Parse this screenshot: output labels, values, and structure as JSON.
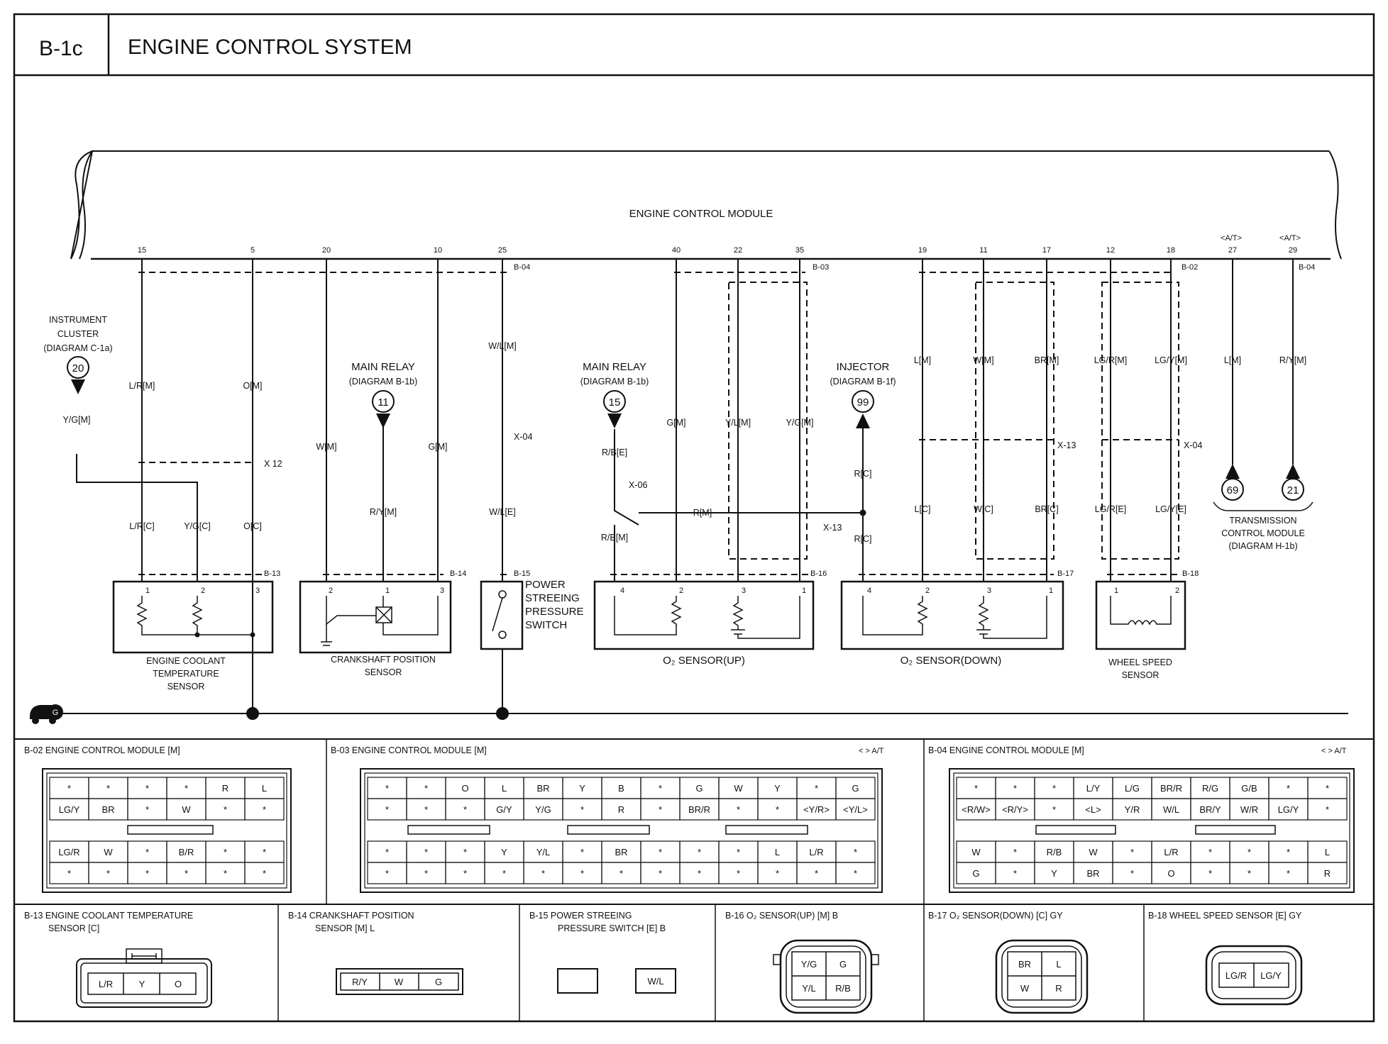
{
  "header": {
    "code": "B-1c",
    "title": "ENGINE CONTROL SYSTEM"
  },
  "ecm": {
    "label": "ENGINE CONTROL MODULE",
    "at_tag": "<A/T>"
  },
  "ecm_pins": [
    "15",
    "5",
    "20",
    "10",
    "25",
    "40",
    "22",
    "35",
    "19",
    "11",
    "17",
    "12",
    "18",
    "27",
    "29"
  ],
  "ecm_connectors": [
    "B-04",
    "B-03",
    "B-02",
    "B-04"
  ],
  "refs": {
    "instrument_cluster": {
      "line1": "INSTRUMENT",
      "line2": "CLUSTER",
      "line3": "(DIAGRAM C-1a)",
      "num": "20"
    },
    "main_relay_a": {
      "line1": "MAIN RELAY",
      "line2": "(DIAGRAM B-1b)",
      "num": "11"
    },
    "main_relay_b": {
      "line1": "MAIN RELAY",
      "line2": "(DIAGRAM B-1b)",
      "num": "15"
    },
    "injector": {
      "line1": "INJECTOR",
      "line2": "(DIAGRAM B-1f)",
      "num": "99"
    },
    "tcm": {
      "line1": "TRANSMISSION",
      "line2": "CONTROL MODULE",
      "line3": "(DIAGRAM H-1b)",
      "num1": "69",
      "num2": "21"
    }
  },
  "wires": [
    "L/R[M]",
    "O[M]",
    "W[M]",
    "G[M]",
    "W/L[M]",
    "G[M]",
    "Y/L[M]",
    "Y/G[M]",
    "L[M]",
    "W[M]",
    "BR[M]",
    "LG/R[M]",
    "LG/Y[M]",
    "L[M]",
    "R/Y[M]",
    "Y/G[M]",
    "L/R[C]",
    "Y/G[C]",
    "O[C]",
    "R/Y[M]",
    "W/L[E]",
    "R/B[E]",
    "R/B[M]",
    "R[M]",
    "R[C]",
    "R[C]",
    "L[C]",
    "W[C]",
    "BR[C]",
    "LG/R[E]",
    "LG/Y[E]"
  ],
  "junctions": {
    "x12": "X 12",
    "x04a": "X-04",
    "x06": "X-06",
    "x13a": "X-13",
    "x13b": "X-13",
    "x04b": "X-04"
  },
  "comp_connectors": [
    "B-13",
    "B-14",
    "B-15",
    "B-16",
    "B-17",
    "B-18"
  ],
  "components": {
    "ect": {
      "line1": "ENGINE COOLANT",
      "line2": "TEMPERATURE",
      "line3": "SENSOR"
    },
    "ckp": {
      "line1": "CRANKSHAFT POSITION",
      "line2": "SENSOR"
    },
    "ps": {
      "line1": "POWER",
      "line2": "STREEING",
      "line3": "PRESSURE",
      "line4": "SWITCH"
    },
    "o2up": {
      "label": "O₂ SENSOR(UP)"
    },
    "o2down": {
      "label": "O₂ SENSOR(DOWN)"
    },
    "wss": {
      "line1": "WHEEL SPEED",
      "line2": "SENSOR"
    }
  },
  "ground": {
    "label": "G"
  },
  "panels": {
    "b02": {
      "title": "B-02 ENGINE CONTROL MODULE [M]"
    },
    "b03": {
      "title": "B-03 ENGINE CONTROL MODULE [M]",
      "note": "< > A/T"
    },
    "b04": {
      "title": "B-04 ENGINE CONTROL MODULE [M]",
      "note": "< > A/T"
    },
    "b13": {
      "line1": "B-13 ENGINE COOLANT TEMPERATURE",
      "line2": "SENSOR [C]",
      "cells": [
        "L/R",
        "Y",
        "O"
      ]
    },
    "b14": {
      "line1": "B-14 CRANKSHAFT POSITION",
      "line2": "SENSOR [M] L",
      "cells": [
        "R/Y",
        "W",
        "G"
      ]
    },
    "b15": {
      "line1": "B-15 POWER STREEING",
      "line2": "PRESSURE SWITCH [E] B",
      "cell": "W/L"
    },
    "b16": {
      "title": "B-16 O₂ SENSOR(UP) [M] B",
      "cells": [
        "Y/G",
        "G",
        "Y/L",
        "R/B"
      ]
    },
    "b17": {
      "title": "B-17 O₂ SENSOR(DOWN) [C] GY",
      "cells": [
        "BR",
        "L",
        "W",
        "R"
      ]
    },
    "b18": {
      "title": "B-18 WHEEL SPEED SENSOR [E] GY",
      "cells": [
        "LG/R",
        "LG/Y"
      ]
    }
  },
  "connector_grids": {
    "b02": {
      "top_r1": [
        "*",
        "*",
        "*",
        "*",
        "R",
        "L"
      ],
      "top_r2": [
        "LG/Y",
        "BR",
        "*",
        "W",
        "*",
        "*"
      ],
      "bot_r1": [
        "LG/R",
        "W",
        "*",
        "B/R",
        "*",
        "*"
      ],
      "bot_r2": [
        "*",
        "*",
        "*",
        "*",
        "*",
        "*"
      ]
    },
    "b03": {
      "top_r1": [
        "*",
        "*",
        "O",
        "L",
        "BR",
        "Y",
        "B",
        "*",
        "G",
        "W",
        "Y",
        "*",
        "G"
      ],
      "top_r2": [
        "*",
        "*",
        "*",
        "G/Y",
        "Y/G",
        "*",
        "R",
        "*",
        "BR/R",
        "*",
        "*",
        "<Y/R>",
        "<Y/L>"
      ],
      "bot_r1": [
        "*",
        "*",
        "*",
        "Y",
        "Y/L",
        "*",
        "BR",
        "*",
        "*",
        "*",
        "L",
        "L/R",
        "*"
      ],
      "bot_r2": [
        "*",
        "*",
        "*",
        "*",
        "*",
        "*",
        "*",
        "*",
        "*",
        "*",
        "*",
        "*",
        "*"
      ]
    },
    "b04": {
      "top_r1": [
        "*",
        "*",
        "*",
        "L/Y",
        "L/G",
        "BR/R",
        "R/G",
        "G/B",
        "*",
        "*"
      ],
      "top_r2": [
        "<R/W>",
        "<R/Y>",
        "*",
        "<L>",
        "Y/R",
        "W/L",
        "BR/Y",
        "W/R",
        "LG/Y",
        "*"
      ],
      "bot_r1": [
        "W",
        "*",
        "R/B",
        "W",
        "*",
        "L/R",
        "*",
        "*",
        "*",
        "L"
      ],
      "bot_r2": [
        "G",
        "*",
        "Y",
        "BR",
        "*",
        "O",
        "*",
        "*",
        "*",
        "R"
      ]
    }
  }
}
